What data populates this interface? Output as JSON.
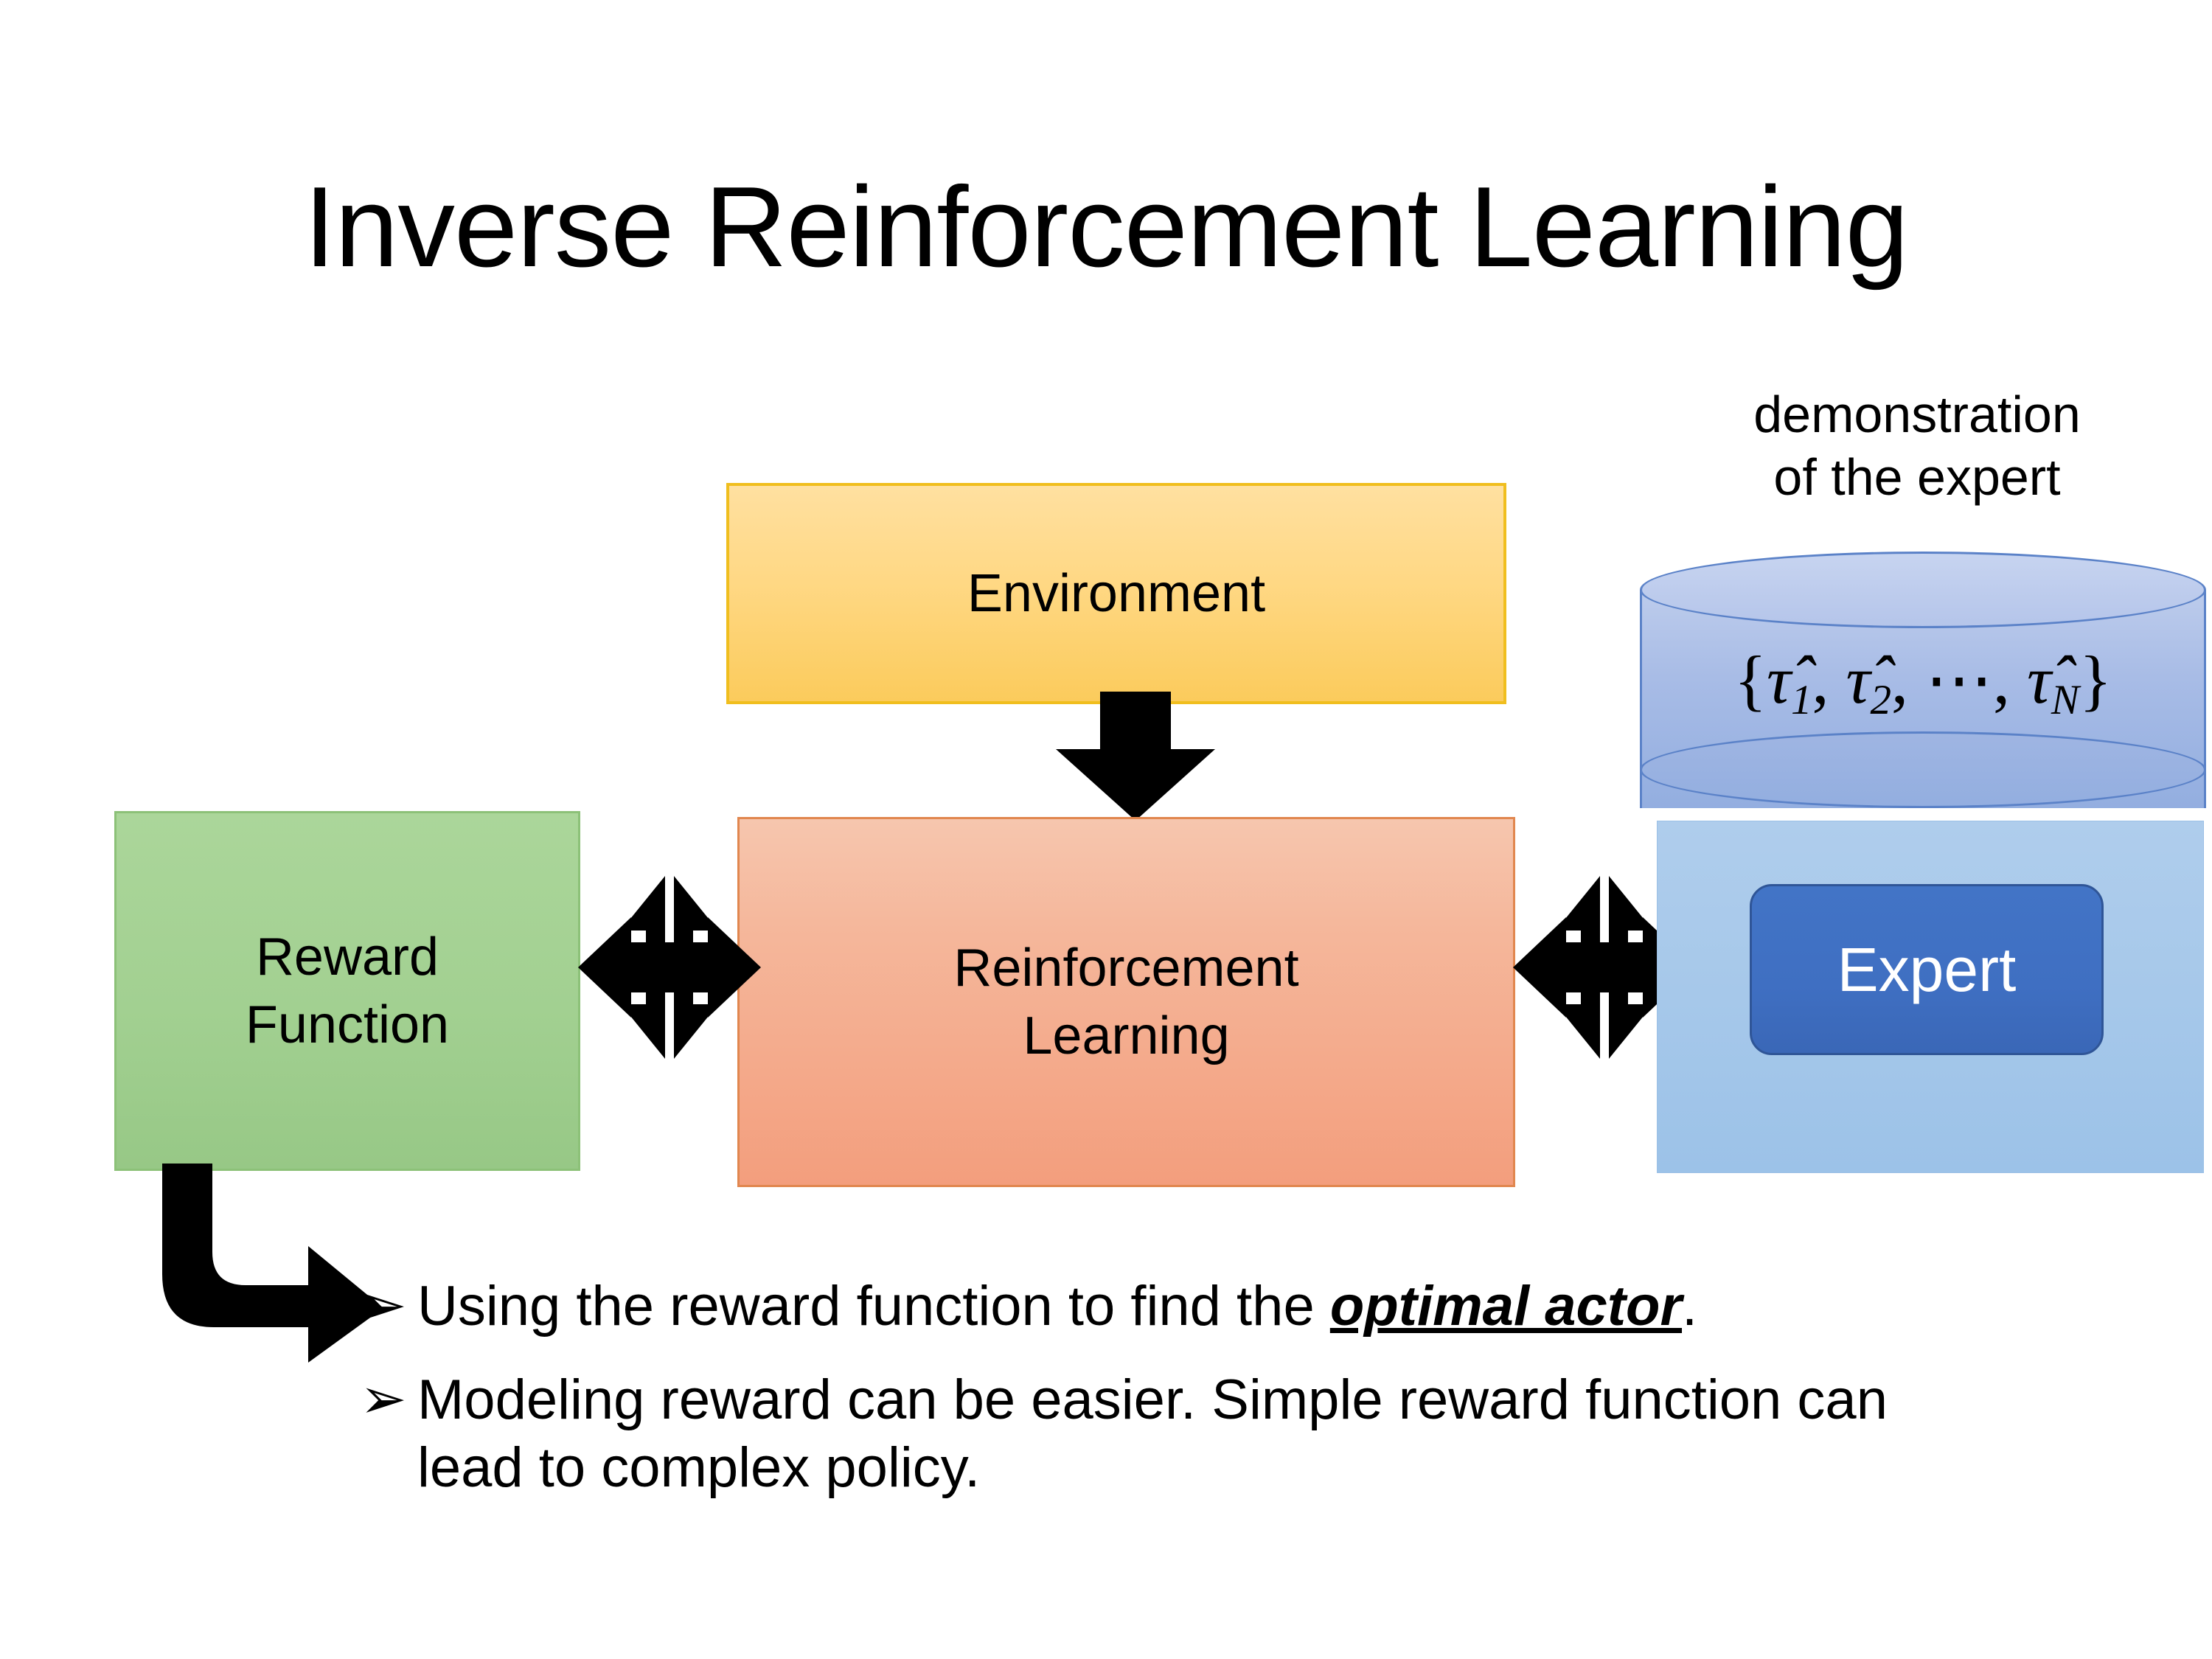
{
  "title": "Inverse Reinforcement Learning",
  "boxes": {
    "environment": {
      "label": "Environment",
      "fill": "#FFD884",
      "border": "#F0BE1E"
    },
    "reinforcement_learning": {
      "label_line1": "Reinforcement",
      "label_line2": "Learning",
      "fill": "#F3A07F",
      "border": "#E1874F"
    },
    "reward_function": {
      "label_line1": "Reward",
      "label_line2": "Function",
      "fill": "#A2D091",
      "border": "#8CC178"
    },
    "expert": {
      "label": "Expert",
      "fill": "#4274C6",
      "border": "#2F5597",
      "text_color": "#FFFFFF"
    },
    "expert_panel": {
      "fill": "#A6C8EA"
    }
  },
  "demonstration": {
    "caption_line1": "demonstration",
    "caption_line2": "of the expert",
    "dataset_open": "{",
    "dataset_items": [
      {
        "symbol": "τ̂",
        "sub": "1"
      },
      {
        "symbol": "τ̂",
        "sub": "2"
      },
      {
        "symbol": "⋯",
        "sub": ""
      },
      {
        "symbol": "τ̂",
        "sub": "N"
      }
    ],
    "dataset_close": "}",
    "dataset_text": "{τ̂₁, τ̂₂, ⋯, τ̂ₙ}",
    "cylinder_fill": "#A8BCE6",
    "cylinder_border": "#5B82C8"
  },
  "arrows": {
    "env_to_rl": "down-arrow",
    "reward_rl_link": "four-way-double-arrow",
    "rl_expert_link": "four-way-double-arrow",
    "reward_to_bullet": "elbow-arrow-down-right",
    "color": "#000000"
  },
  "bullets": [
    {
      "marker": "➢",
      "prefix": "Using the reward function to find the ",
      "emphasis": "optimal actor",
      "suffix": "."
    },
    {
      "marker": "➢",
      "prefix": "Modeling reward can be easier. Simple reward function can lead to complex policy.",
      "emphasis": "",
      "suffix": ""
    }
  ]
}
